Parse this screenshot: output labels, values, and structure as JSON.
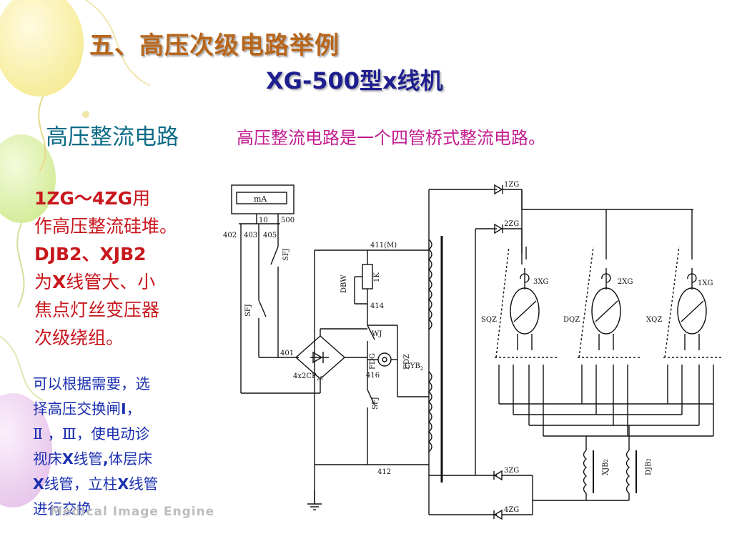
{
  "slide": {
    "title": "五、高压次级电路举例",
    "subtitle": "XG-500型x线机",
    "section_heading": "高压整流电路",
    "section_description": "高压整流电路是一个四管桥式整流电路。"
  },
  "left_note": {
    "line1_a": "1ZG～4ZG",
    "line1_b": "用",
    "line2": "作高压整流硅堆。",
    "line3": "DJB2、XJB2",
    "line4_a": "为",
    "line4_b": "X",
    "line4_c": "线管大、小",
    "line5": "焦点灯丝变压器",
    "line6": "次级绕组。"
  },
  "blue_note": {
    "l1": "可以根据需要，选",
    "l2_a": "择高压交换闸",
    "l2_b": "I",
    "l2_c": "，",
    "l3": "Ⅱ ，Ⅲ，使电动诊",
    "l4_a": "视床",
    "l4_b": "X",
    "l4_c": "线管",
    "l4_d": ",",
    "l4_e": "体层床",
    "l5_a": "X",
    "l5_b": "线管，立柱",
    "l5_c": "X",
    "l5_d": "线管",
    "l6": "进行交换"
  },
  "watermark": "Medical Image Engine",
  "diagram": {
    "meter": "mA",
    "t10": "10",
    "t500": "500",
    "t402": "402",
    "t403": "403",
    "t405": "405",
    "sfj": "SFJ",
    "t401": "401",
    "bridge": "4x2CP",
    "bridge_sub": "25",
    "t411": "411(M)",
    "dbw": "DBW",
    "r1k": "1K",
    "t414": "414",
    "wj": "WJ",
    "fdg": "FDG",
    "fdz": "FDZ",
    "t416": "416",
    "t412": "412",
    "gyb": "GYB",
    "gyb_sub": "2",
    "zg1": "1ZG",
    "zg2": "2ZG",
    "zg3": "3ZG",
    "zg4": "4ZG",
    "xg3": "3XG",
    "xg2": "2XG",
    "xg1": "1XG",
    "sqz": "SQZ",
    "dqz": "DQZ",
    "xqz": "XQZ",
    "xjb": "XJB",
    "djb": "DJB",
    "sub2": "2"
  },
  "colors": {
    "title": "#b8651a",
    "subtitle": "#1f1f8f",
    "section_heading": "#0b6b86",
    "section_description": "#c21b8f",
    "left_note": "#c8171d",
    "blue_note": "#1a2fb0"
  }
}
